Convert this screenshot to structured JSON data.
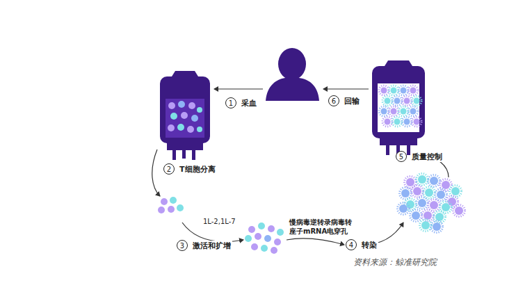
{
  "diagram": {
    "nodes": [
      {
        "text": [
          "1",
          "采血"
        ]
      },
      {
        "text": [
          "2",
          "T细胞分离"
        ]
      },
      {
        "text": [
          "3",
          "激活和扩增"
        ]
      },
      {
        "text": [
          "4",
          "转染"
        ]
      },
      {
        "text": [
          "5",
          "质量控制"
        ]
      },
      {
        "text": [
          "6",
          "回输"
        ]
      }
    ],
    "labels": [
      "1L-2,1L-7",
      "慢病毒逆转录病毒转 座子mRNA电穿孔",
      "资料来源：鲸准研究院"
    ]
  }
}
